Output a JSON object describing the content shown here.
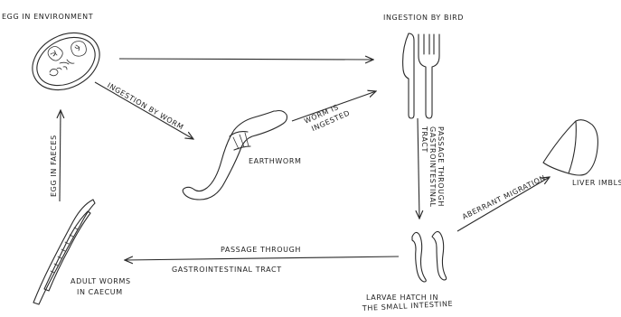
{
  "labels": {
    "egg_env": "EGG IN ENVIRONMENT",
    "ingest_bird": "INGESTION BY BIRD",
    "ingest_worm": "INGESTION BY WORM",
    "worm_ingested_1": "WORM IS",
    "worm_ingested_2": "INGESTED",
    "earthworm": "EARTHWORM",
    "passage_vert_1": "PASSAGE THROUGH",
    "passage_vert_2": "GASTROINTESTINAL",
    "passage_vert_3": "TRACT",
    "aberrant": "ABERRANT MIGRATION",
    "liver": "LIVER IMBLS",
    "egg_faeces": "EGG IN FAECES",
    "passage_h_1": "PASSAGE THROUGH",
    "passage_h_2": "GASTROINTESTINAL TRACT",
    "adult_1": "ADULT WORMS",
    "adult_2": "IN CAECUM",
    "larvae_1": "LARVAE HATCH IN",
    "larvae_2": "THE SMALL INTESTINE"
  }
}
